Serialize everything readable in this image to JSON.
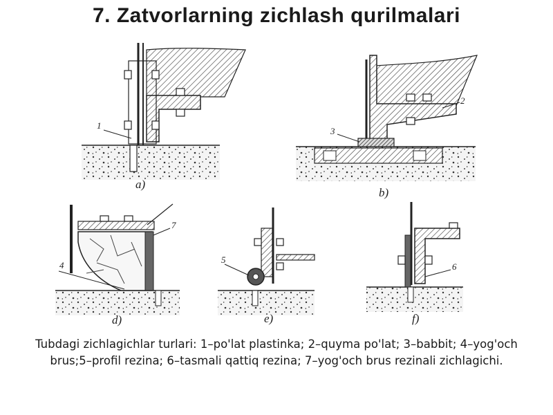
{
  "title": "7. Zatvorlarning zichlash qurilmalari",
  "panels": {
    "a": {
      "label": "a)",
      "callouts": [
        "1"
      ]
    },
    "b": {
      "label": "b)",
      "callouts": [
        "2",
        "3"
      ]
    },
    "d": {
      "label": "d)",
      "callouts": [
        "4",
        "7"
      ]
    },
    "e": {
      "label": "e)",
      "callouts": [
        "5"
      ]
    },
    "f": {
      "label": "f)",
      "callouts": [
        "6"
      ]
    }
  },
  "caption": "Tubdagi zichlagichlar turlari: 1–po'lat plastinka; 2–quyma po'lat; 3–babbit; 4–yog'och brus;5–profil rezina; 6–tasmali qattiq rezina; 7–yog'och brus rezinali zichlagichi."
}
